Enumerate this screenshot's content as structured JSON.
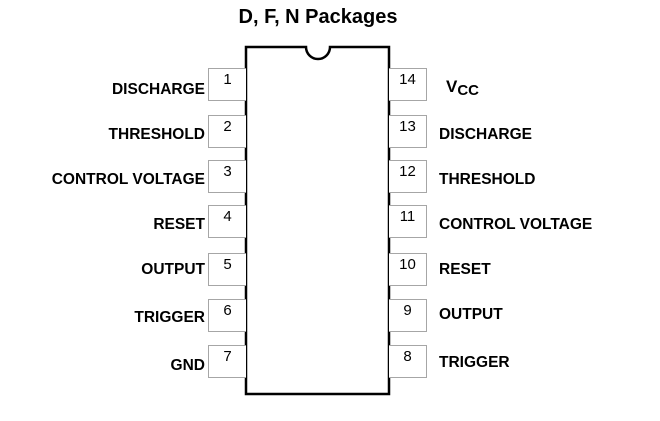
{
  "title": "D, F, N Packages",
  "left_pins": [
    {
      "number": "1",
      "label": "DISCHARGE"
    },
    {
      "number": "2",
      "label": "THRESHOLD"
    },
    {
      "number": "3",
      "label": "CONTROL VOLTAGE"
    },
    {
      "number": "4",
      "label": "RESET"
    },
    {
      "number": "5",
      "label": "OUTPUT"
    },
    {
      "number": "6",
      "label": "TRIGGER"
    },
    {
      "number": "7",
      "label": "GND"
    }
  ],
  "right_pins": [
    {
      "number": "14",
      "label_main": "V",
      "label_sub": "CC"
    },
    {
      "number": "13",
      "label": "DISCHARGE"
    },
    {
      "number": "12",
      "label": "THRESHOLD"
    },
    {
      "number": "11",
      "label": "CONTROL VOLTAGE"
    },
    {
      "number": "10",
      "label": "RESET"
    },
    {
      "number": "9",
      "label": "OUTPUT"
    },
    {
      "number": "8",
      "label": "TRIGGER"
    }
  ]
}
